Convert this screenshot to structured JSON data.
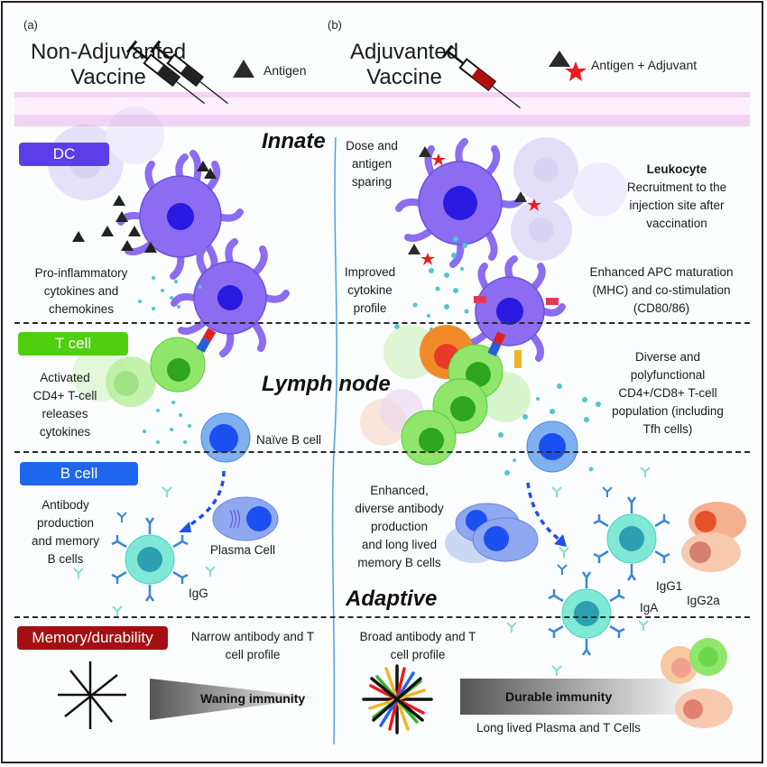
{
  "panels": {
    "a": {
      "label": "(a)",
      "title_line1": "Non-Adjuvanted",
      "title_line2": "Vaccine",
      "legend": "Antigen"
    },
    "b": {
      "label": "(b)",
      "title_line1": "Adjuvanted",
      "title_line2": "Vaccine",
      "legend": "Antigen + Adjuvant"
    }
  },
  "stages": {
    "innate": "Innate",
    "lymph_node": "Lymph node",
    "adaptive": "Adaptive"
  },
  "section_tags": [
    {
      "id": "dc",
      "label": "DC",
      "color": "#5b3ee8"
    },
    {
      "id": "tcell",
      "label": "T cell",
      "color": "#4fcf0f"
    },
    {
      "id": "bcell",
      "label": "B cell",
      "color": "#1e66ee"
    },
    {
      "id": "memory",
      "label": "Memory/durability",
      "color": "#a30f13"
    }
  ],
  "left_text": {
    "dc": [
      "Pro-inflammatory",
      "cytokines and",
      "chemokines"
    ],
    "tcell": [
      "Activated",
      "CD4+ T-cell",
      "releases",
      "cytokines"
    ],
    "naive_b": "Naïve B cell",
    "bcell": [
      "Antibody",
      "production",
      "and memory",
      "B cells"
    ],
    "plasma": "Plasma Cell",
    "igg": "IgG",
    "memory": [
      "Narrow antibody and T",
      "cell profile"
    ],
    "waning": "Waning immunity"
  },
  "right_text": {
    "dose": [
      "Dose and",
      "antigen",
      "sparing"
    ],
    "leukocyte": [
      "Leukocyte",
      "Recruitment to the",
      "injection site after",
      "vaccination"
    ],
    "cytokine": [
      "Improved",
      "cytokine",
      "profile"
    ],
    "apc": [
      "Enhanced APC maturation",
      "(MHC) and co-stimulation",
      "(CD80/86)"
    ],
    "tcell": [
      "Diverse and",
      "polyfunctional",
      "CD4+/CD8+ T-cell",
      "population (including",
      "Tfh cells)"
    ],
    "bcell": [
      "Enhanced,",
      "diverse antibody",
      "production",
      "and long lived",
      "memory B cells"
    ],
    "igg1": "IgG1",
    "igg2a": "IgG2a",
    "iga": "IgA",
    "memory": [
      "Broad antibody and T",
      "cell profile"
    ],
    "durable": "Durable immunity",
    "long_lived": "Long lived Plasma and T Cells"
  },
  "colors": {
    "dc_cell": "#8c6cf0",
    "dc_nucleus": "#2a19e0",
    "t_cell": "#8fe66a",
    "t_nucleus": "#2ea61c",
    "b_cell": "#7fb0f0",
    "b_nucleus": "#1c4ff0",
    "memory_b": "#7fe9d6",
    "memory_b_nucleus": "#2c9fb2",
    "antibody": "#3a86d8",
    "cytokine": "#4cc6d4",
    "skin_band": "#f3d3f3",
    "adjuvant": "#ee1a1a",
    "antigen": "#2a2a2a",
    "divider": "#4aa3e0"
  }
}
